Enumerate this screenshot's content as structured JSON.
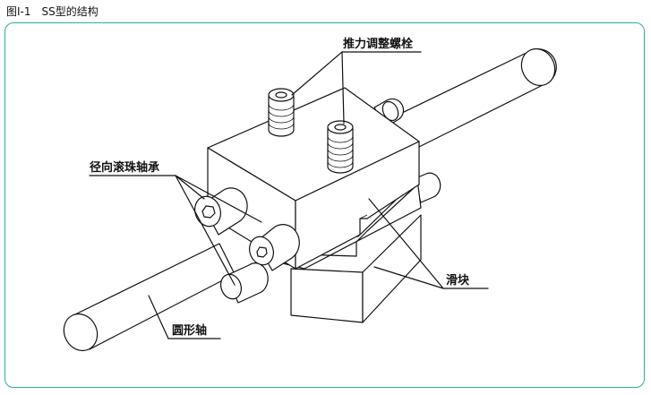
{
  "figure": {
    "title": "图I-1　SS型的结构"
  },
  "labels": {
    "adjust_bolt": "推力调整螺栓",
    "radial_bearing": "径向滚珠轴承",
    "slider": "滑块",
    "round_shaft": "圆形轴"
  },
  "colors": {
    "frame_border": "#2fae9c",
    "line": "#111111"
  }
}
